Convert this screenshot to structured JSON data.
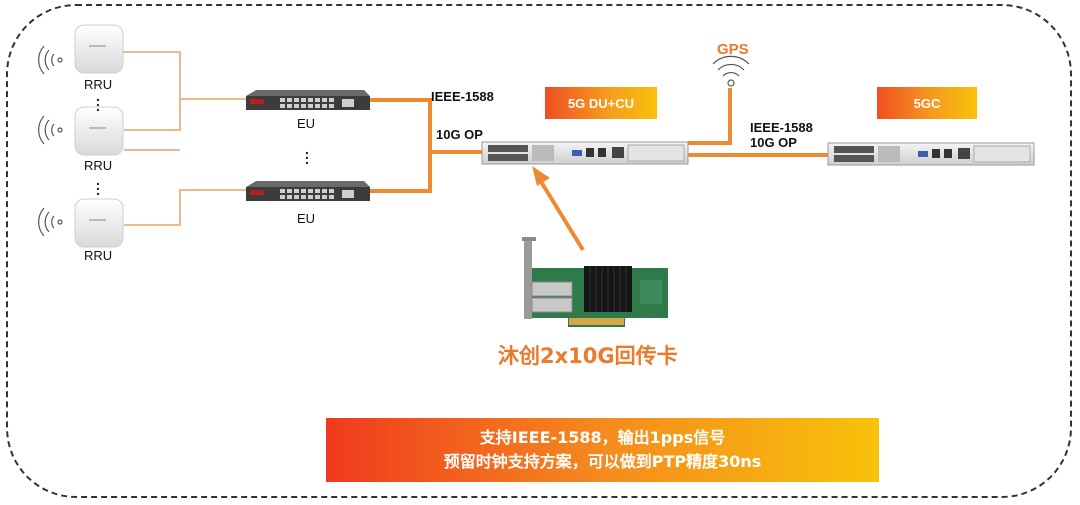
{
  "rru": {
    "label": "RRU"
  },
  "eu": {
    "label": "EU"
  },
  "links": {
    "eu_du_protocol": "IEEE-1588",
    "eu_du_optic": "10G OP",
    "du_gc_protocol": "IEEE-1588",
    "du_gc_optic": "10G OP"
  },
  "gps": {
    "label": "GPS"
  },
  "du_cu": {
    "label": "5G DU+CU"
  },
  "core": {
    "label": "5GC"
  },
  "card": {
    "label": "沐创2x10G回传卡"
  },
  "banner": {
    "line1": "支持IEEE-1588，输出1pps信号",
    "line2": "预留时钟支持方案，可以做到PTP精度30ns"
  },
  "colors": {
    "accent": "#f08a32",
    "accent_text": "#ea7a2c",
    "banner_start": "#f03a1d",
    "banner_end": "#f8c20a"
  }
}
